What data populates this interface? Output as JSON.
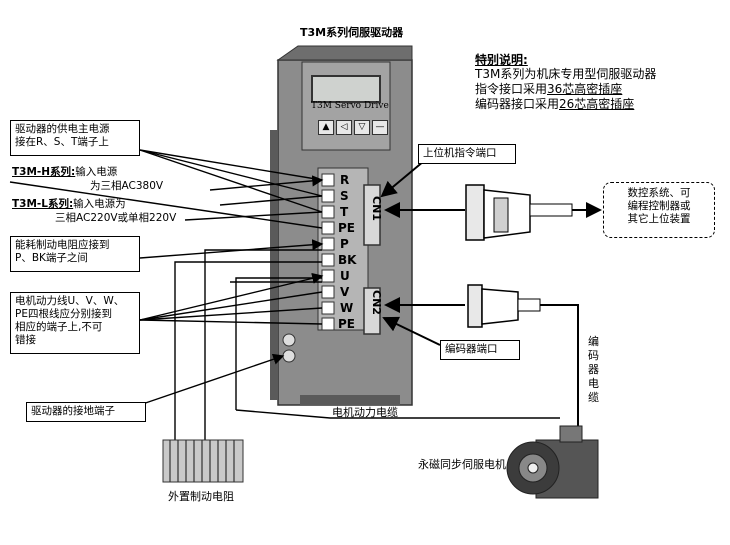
{
  "title": "T3M系列伺服驱动器",
  "note": {
    "heading": "特别说明:",
    "line1": "T3M系列为机床专用型伺服驱动器",
    "line2_prefix": "指令接口采用",
    "line2_underlined": "36芯高密插座",
    "line3_prefix": "编码器接口采用",
    "line3_underlined": "26芯高密插座"
  },
  "drive_panel_label": "T3M Servo Drive",
  "keys": [
    "▲",
    "◁",
    "▽",
    "—"
  ],
  "terminals": [
    "R",
    "S",
    "T",
    "PE",
    "P",
    "BK",
    "U",
    "V",
    "W",
    "PE"
  ],
  "connectors": {
    "cn1": "CN1",
    "cn2": "CN2"
  },
  "callouts": {
    "power_supply": {
      "line1": "驱动器的供电主电源",
      "line2": "接在R、S、T端子上"
    },
    "t3mh": {
      "heading": "T3M-H系列:",
      "line1_suffix": "输入电源",
      "line2": "为三相AC380V"
    },
    "t3ml": {
      "heading": "T3M-L系列:",
      "line1_suffix": "输入电源为",
      "line2": "三相AC220V或单相220V"
    },
    "brake_resistor": {
      "line1": "能耗制动电阻应接到",
      "line2": "P、BK端子之间"
    },
    "motor_power": {
      "line1": "电机动力线U、V、W、",
      "line2": "PE四根线应分别接到",
      "line3": "相应的端子上,不可",
      "line4": "错接"
    },
    "ground": "驱动器的接地端子",
    "host_port": "上位机指令端口",
    "encoder_port": "编码器端口",
    "host_device": {
      "line1": "数控系统、可",
      "line2": "编程控制器或",
      "line3": "其它上位装置"
    }
  },
  "labels": {
    "motor_cable": "电机动力电缆",
    "encoder_cable_chars": [
      "编",
      "码",
      "器",
      "电",
      "缆"
    ],
    "servo_motor": "永磁同步伺服电机",
    "external_resistor": "外置制动电阻"
  },
  "colors": {
    "chassis": "#8c8c8c",
    "chassis_dark": "#5a5a5a",
    "terminal_block": "#b5b5b5",
    "line": "#000000"
  }
}
